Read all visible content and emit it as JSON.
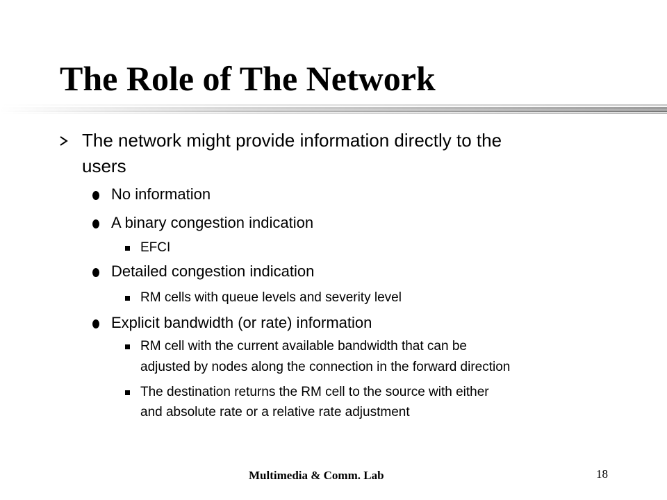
{
  "slide": {
    "title": "The Role of The Network",
    "bullets": {
      "b1_line1": "The network might provide information directly to the",
      "b1_line2": "users",
      "b1_1": "No information",
      "b1_2": "A binary congestion indication",
      "b1_2_1": "EFCI",
      "b1_3": "Detailed congestion indication",
      "b1_3_1": "RM cells with queue levels and severity level",
      "b1_4": "Explicit bandwidth (or rate) information",
      "b1_4_1_line1": "RM cell with the current available bandwidth that can be",
      "b1_4_1_line2": "adjusted by nodes along the connection in the forward direction",
      "b1_4_2_line1": "The destination returns the RM cell to the source with either",
      "b1_4_2_line2": "and absolute rate or a relative rate adjustment"
    },
    "footer": {
      "lab": "Multimedia & Comm. Lab",
      "page_number": "18"
    }
  }
}
